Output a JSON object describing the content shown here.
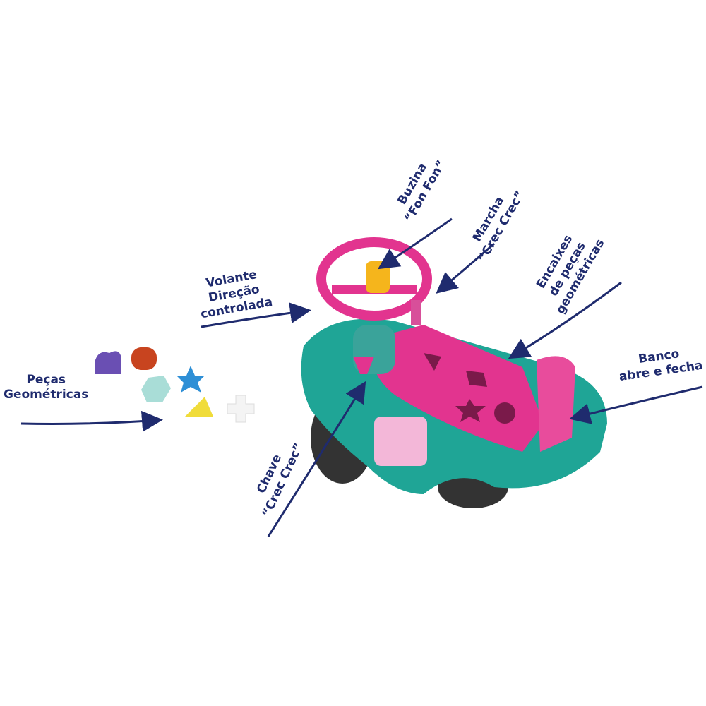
{
  "labels": {
    "buzina": [
      "Buzina",
      "“Fon Fon”"
    ],
    "marcha": [
      "Marcha",
      "“Crec Crec”"
    ],
    "encaixes": [
      "Encaixes",
      "de peças",
      "geométricas"
    ],
    "volante": [
      "Volante",
      "Direção",
      "controlada"
    ],
    "banco": [
      "Banco",
      "abre e fecha"
    ],
    "pecas": [
      "Peças",
      "Geométricas"
    ],
    "chave": [
      "Chave",
      "“Crec Crec”"
    ]
  },
  "colors": {
    "label": "#1f2b6e",
    "body_teal": "#1fa596",
    "seat_pink": "#e2348f",
    "horn_yellow": "#f5b51c"
  }
}
